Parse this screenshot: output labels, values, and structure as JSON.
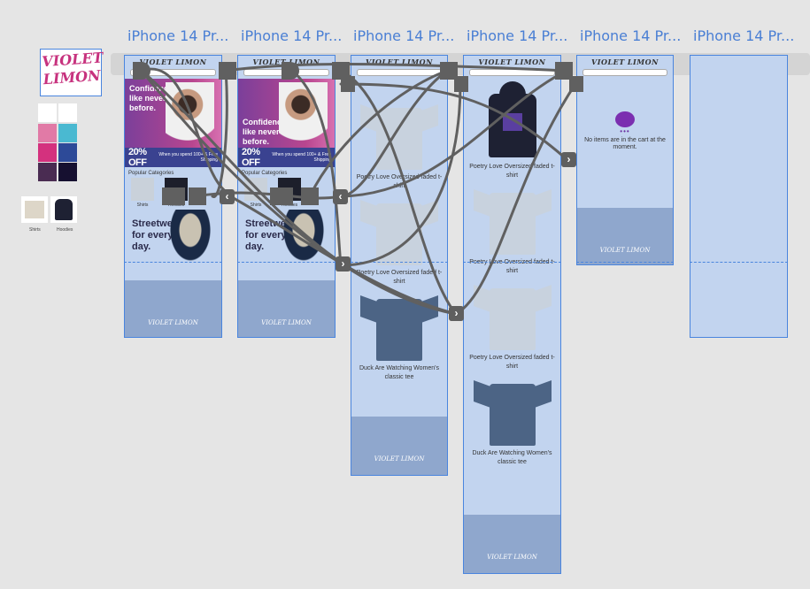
{
  "frames": [
    {
      "title": "iPhone 14 Pr..."
    },
    {
      "title": "iPhone 14 Pr..."
    },
    {
      "title": "iPhone 14 Pr..."
    },
    {
      "title": "iPhone 14 Pr..."
    },
    {
      "title": "iPhone 14 Pr..."
    },
    {
      "title": "iPhone 14 Pr..."
    }
  ],
  "brand": "VIOLET LIMON",
  "logo_text": "VIOLET LIMON",
  "home": {
    "hero_text": "Confidence like never before.",
    "promo_off": "20% OFF",
    "promo_ship": "When you spend 100+ & Free Shipping",
    "popular": "Popular Categories",
    "cat_shirts": "Shirts",
    "cat_hoodies": "Hoodies",
    "streetwear": "Streetwear for every day."
  },
  "products": {
    "poetry": "Poetry Love Oversized faded t-shirt",
    "duck": "Duck Are Watching Women's classic tee"
  },
  "cart": {
    "dots": "•••",
    "empty": "No items are in the cart at the moment."
  },
  "assets": {
    "shirts": "Shirts",
    "hoodies": "Hoodies"
  },
  "colors": {
    "swatches": [
      "#ffffff",
      "#ffffff",
      "#e17aa6",
      "#4ab9d1",
      "#d4317e",
      "#2d4a98",
      "#4a2c52",
      "#161030"
    ]
  }
}
